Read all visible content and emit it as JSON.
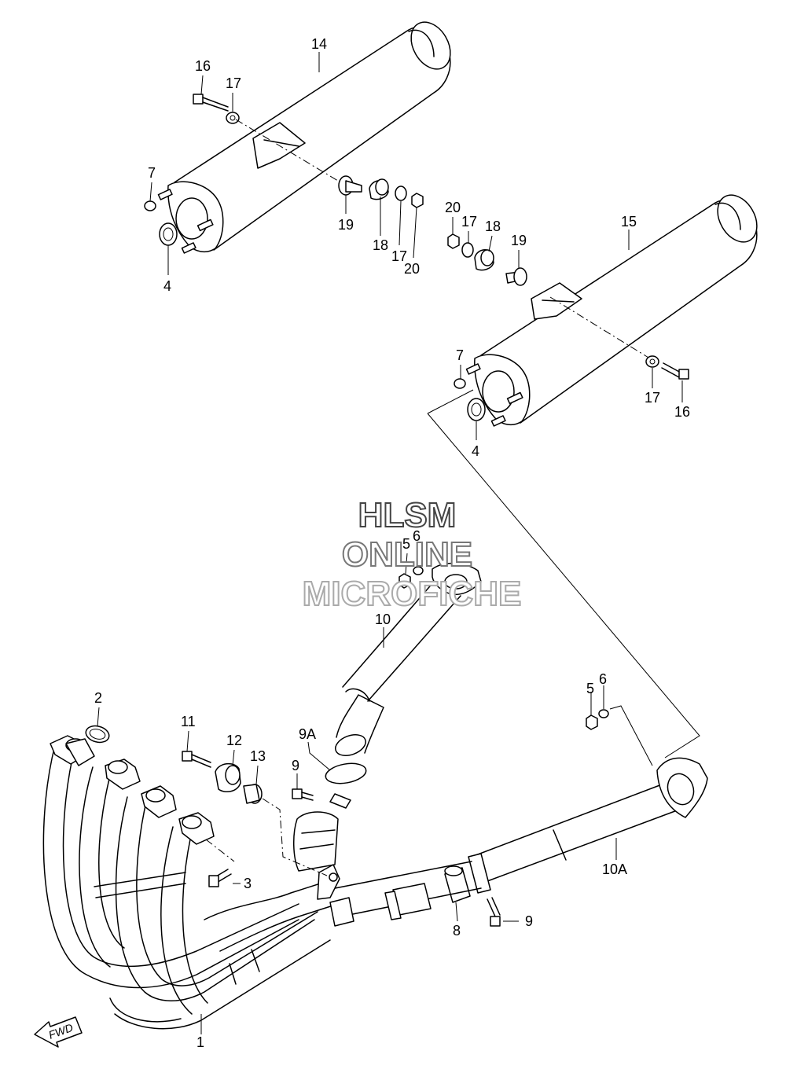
{
  "watermark": {
    "line1": "HLSM",
    "line2": "ONLINE",
    "line3": "MICROFICHE"
  },
  "fwd_label": "FWD",
  "callouts": {
    "c14": "14",
    "c16a": "16",
    "c17a": "17",
    "c7a": "7",
    "c4a": "4",
    "c19a": "19",
    "c18a": "18",
    "c17b": "17",
    "c20a": "20",
    "c20b": "20",
    "c17c": "17",
    "c18b": "18",
    "c19b": "19",
    "c15": "15",
    "c7b": "7",
    "c4b": "4",
    "c17d": "17",
    "c16b": "16",
    "c5a": "5",
    "c6a": "6",
    "c10": "10",
    "c2": "2",
    "c11": "11",
    "c12": "12",
    "c13": "13",
    "c9a": "9",
    "c9A": "9A",
    "c3": "3",
    "c5b": "5",
    "c6b": "6",
    "c10A": "10A",
    "c8": "8",
    "c9b": "9",
    "c1": "1"
  },
  "colors": {
    "line": "#000000",
    "background": "#ffffff",
    "watermark_outline": "#555555"
  }
}
